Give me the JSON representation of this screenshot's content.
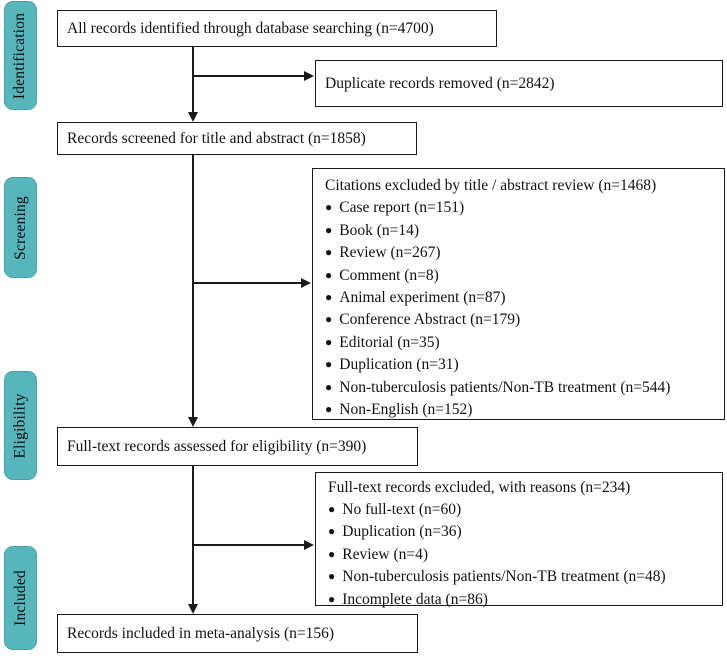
{
  "diagram": {
    "type": "prisma-flow",
    "colors": {
      "stage_fill": "#56b6bc",
      "stage_border": "#44a3a9",
      "box_border": "#1a1a1a",
      "text": "#111111",
      "background": "#ffffff"
    },
    "stages": [
      {
        "label": "Identification"
      },
      {
        "label": "Screening"
      },
      {
        "label": "Eligibility"
      },
      {
        "label": "Included"
      }
    ],
    "boxes": {
      "identified": {
        "text": "All records identified through database searching (n=4700)"
      },
      "duplicates_removed": {
        "text": "Duplicate records removed (n=2842)"
      },
      "screened": {
        "text": "Records screened for title and abstract (n=1858)"
      },
      "title_abstract_excluded": {
        "header": "Citations excluded by title / abstract review (n=1468)",
        "items": [
          "Case report (n=151)",
          "Book (n=14)",
          "Review (n=267)",
          "Comment (n=8)",
          "Animal experiment (n=87)",
          "Conference Abstract (n=179)",
          "Editorial (n=35)",
          "Duplication (n=31)",
          "Non-tuberculosis patients/Non-TB treatment (n=544)",
          "Non-English (n=152)"
        ]
      },
      "fulltext_assessed": {
        "text": "Full-text records assessed for eligibility (n=390)"
      },
      "fulltext_excluded": {
        "header": "Full-text records excluded, with reasons (n=234)",
        "items": [
          "No full-text (n=60)",
          "Duplication (n=36)",
          "Review (n=4)",
          "Non-tuberculosis patients/Non-TB treatment (n=48)",
          "Incomplete data (n=86)"
        ]
      },
      "included": {
        "text": "Records included in meta-analysis (n=156)"
      }
    }
  }
}
